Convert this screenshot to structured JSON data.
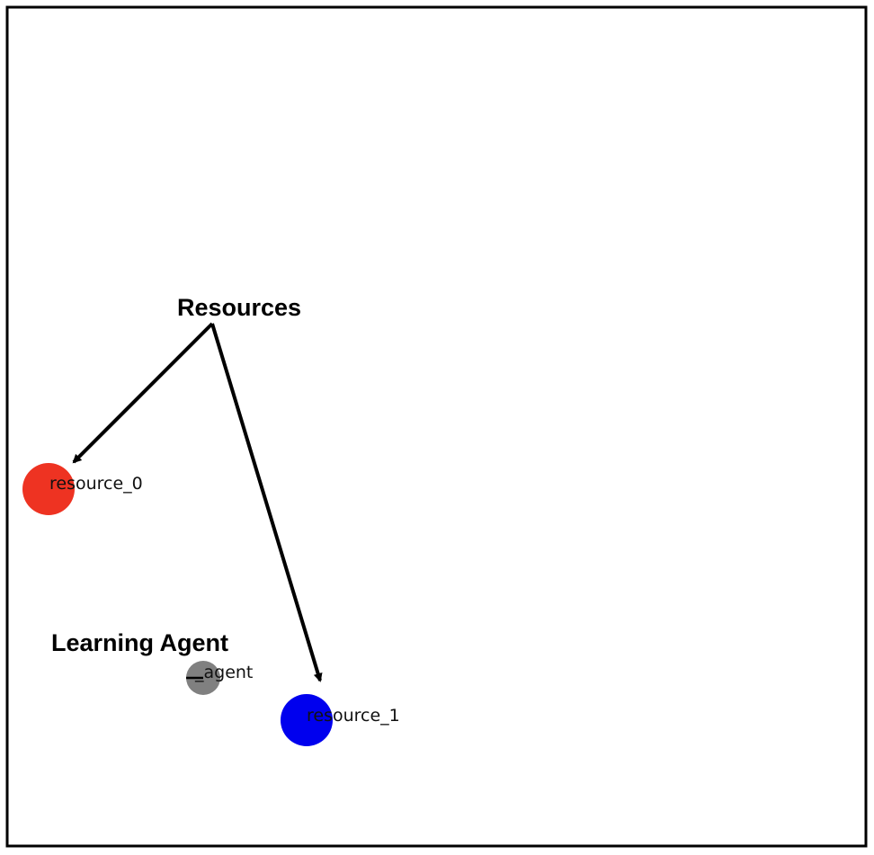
{
  "annotations": {
    "resources_label": "Resources",
    "agent_label": "Learning Agent"
  },
  "entities": {
    "resource_0": {
      "label": "resource_0",
      "color": "#ee3322"
    },
    "resource_1": {
      "label": "resource_1",
      "color": "#0000ee"
    },
    "agent": {
      "label": "_agent",
      "color": "#808080"
    }
  },
  "colors": {
    "border": "#000000",
    "arrow": "#000000",
    "background": "#ffffff"
  }
}
